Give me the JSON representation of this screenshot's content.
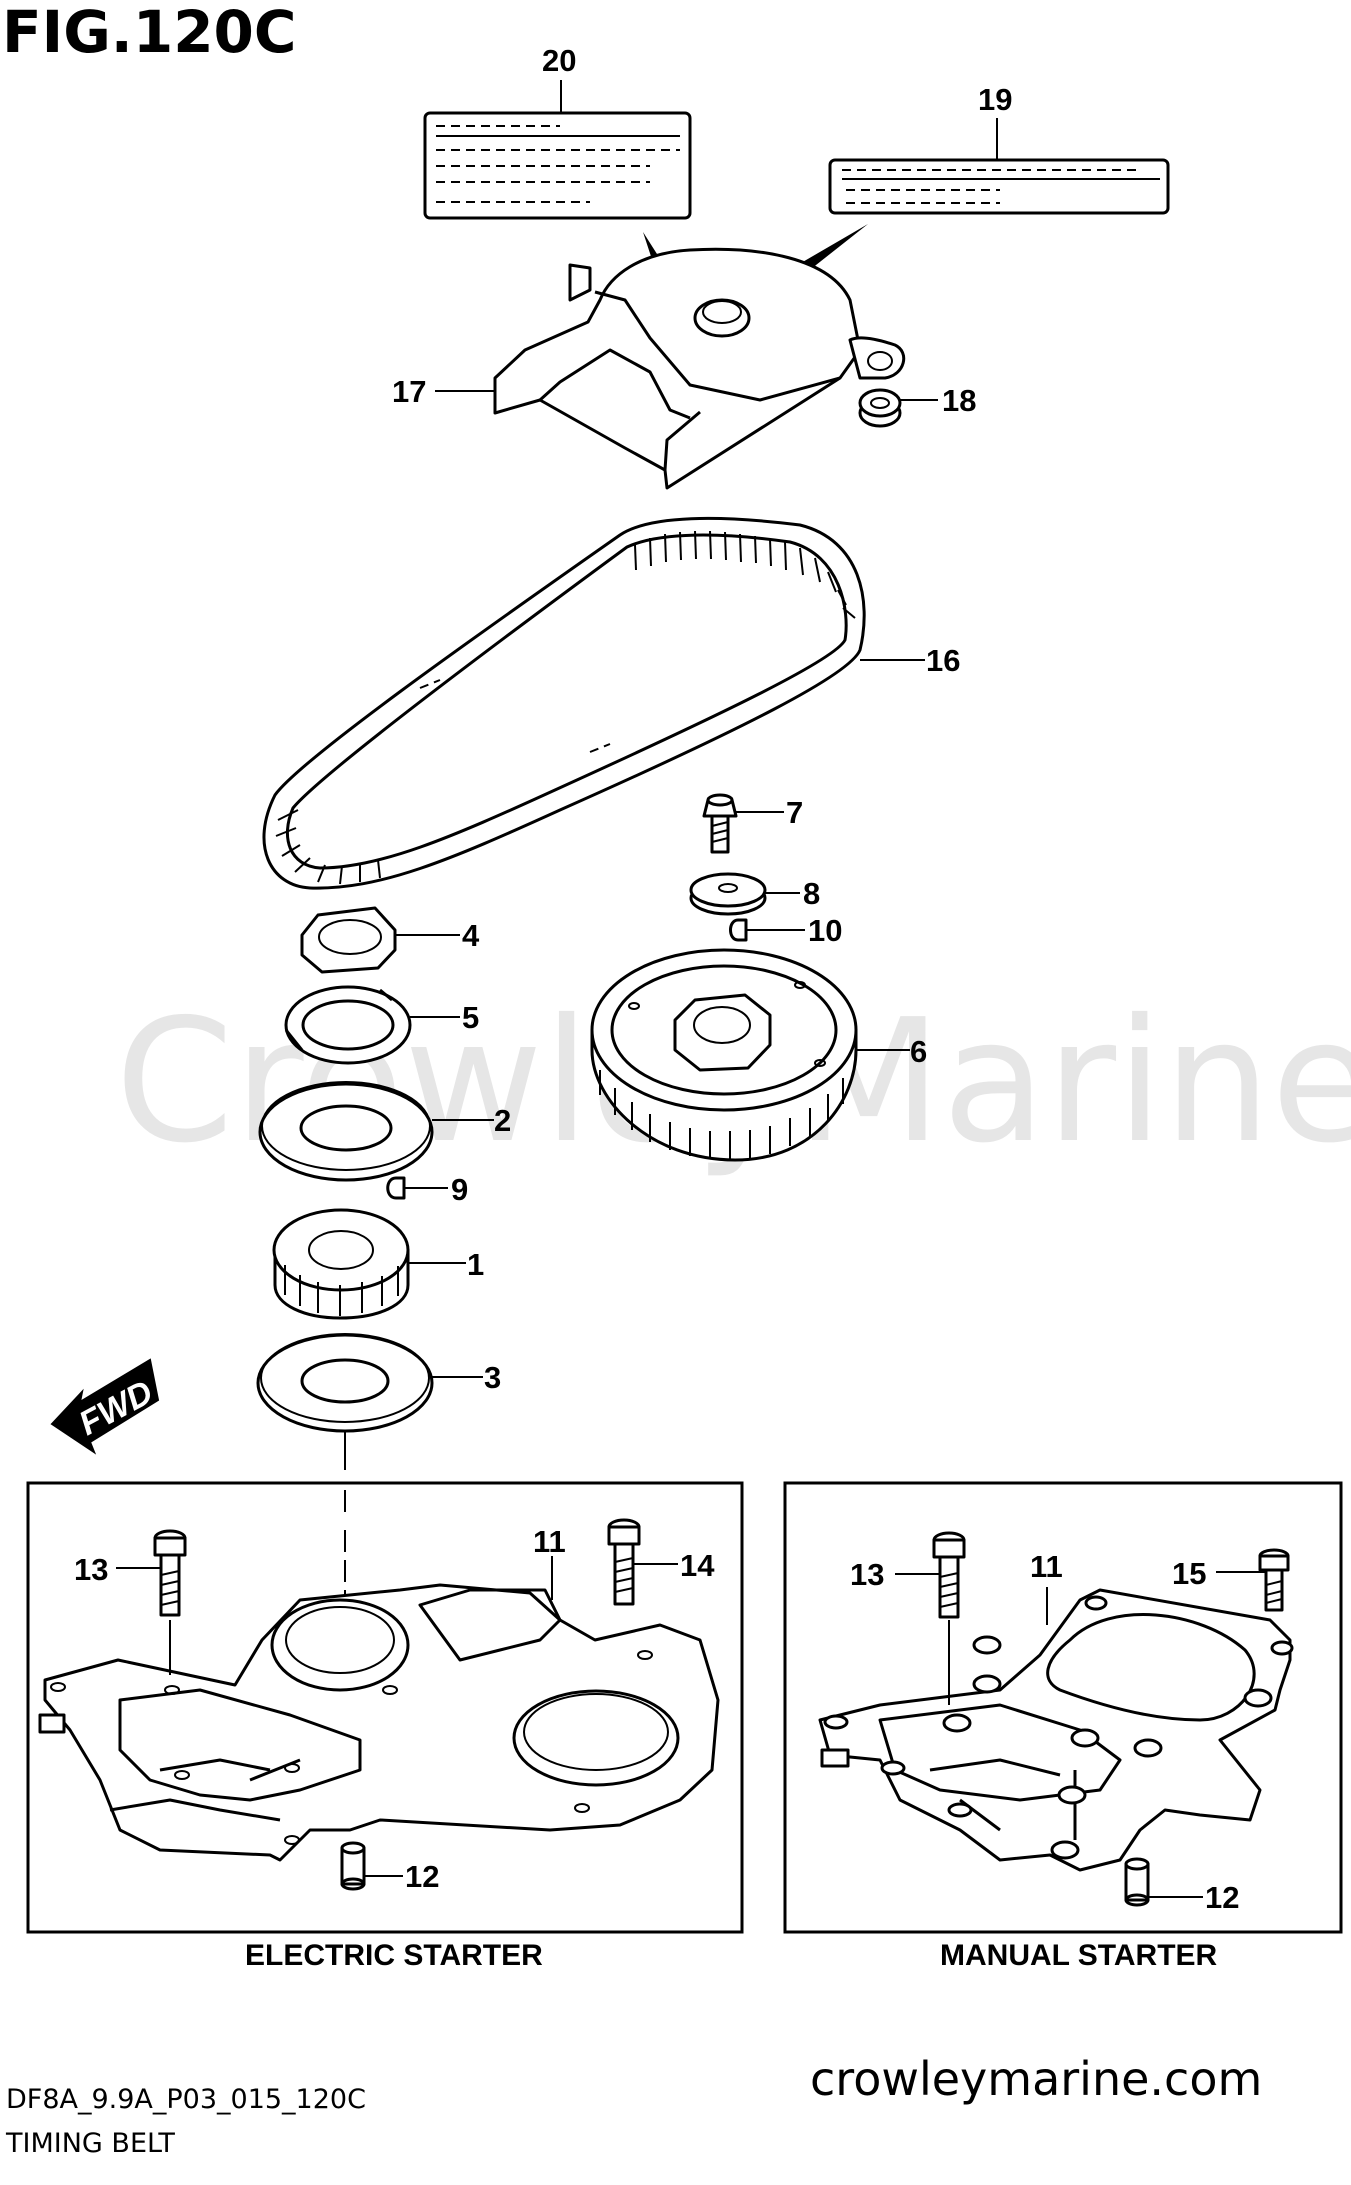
{
  "figure_title": "FIG.120C",
  "watermark": "CrowleyMarine",
  "fwd_label": "FWD",
  "labels": {
    "p1": "1",
    "p2": "2",
    "p3": "3",
    "p4": "4",
    "p5": "5",
    "p6": "6",
    "p7": "7",
    "p8": "8",
    "p9": "9",
    "p10": "10",
    "p11": "11",
    "p12": "12",
    "p13": "13",
    "p14": "14",
    "p15": "15",
    "p16": "16",
    "p17": "17",
    "p18": "18",
    "p19": "19",
    "p20": "20"
  },
  "panels": {
    "electric": {
      "caption": "ELECTRIC STARTER",
      "labels": {
        "p11": "11",
        "p12": "12",
        "p13": "13",
        "p14": "14"
      }
    },
    "manual": {
      "caption": "MANUAL STARTER",
      "labels": {
        "p11": "11",
        "p12": "12",
        "p13": "13",
        "p15": "15"
      }
    }
  },
  "footer": {
    "code": "DF8A_9.9A_P03_015_120C",
    "name": "TIMING BELT",
    "website": "crowleymarine.com"
  }
}
